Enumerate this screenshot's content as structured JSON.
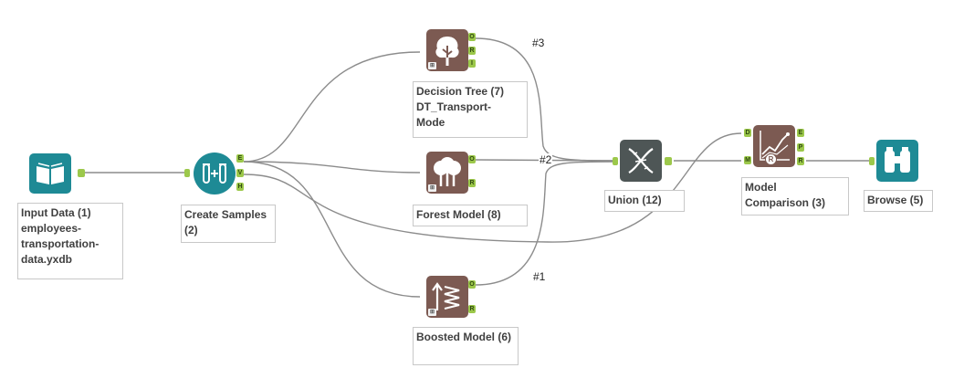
{
  "tools": {
    "input_data": {
      "title": "Input Data (1)",
      "detail": "employees-transportation-data.yxdb"
    },
    "create_samples": {
      "title": "Create Samples (2)",
      "anchors": [
        "E",
        "V",
        "H"
      ]
    },
    "decision_tree": {
      "title": "Decision Tree (7)",
      "detail": "DT_Transport-Mode",
      "anchors": [
        "O",
        "R",
        "I"
      ]
    },
    "forest_model": {
      "title": "Forest Model (8)",
      "anchors": [
        "O",
        "R"
      ]
    },
    "boosted_model": {
      "title": "Boosted Model (6)",
      "anchors": [
        "O",
        "R"
      ]
    },
    "union": {
      "title": "Union (12)"
    },
    "model_comparison": {
      "title": "Model Comparison (3)",
      "input_anchors": [
        "D",
        "M"
      ],
      "anchors": [
        "E",
        "P",
        "R"
      ],
      "r_badge": "R"
    },
    "browse": {
      "title": "Browse (5)"
    }
  },
  "connection_labels": {
    "decision_tree": "#3",
    "forest_model": "#2",
    "boosted_model": "#1"
  },
  "colors": {
    "teal": "#1e8a95",
    "brown": "#7c5a52",
    "dark_grey": "#4e5656",
    "anchor_green": "#9cc84b",
    "wire": "#8c8c8c"
  },
  "icons": {
    "input_data": "open-book-icon",
    "create_samples": "test-tubes-icon",
    "decision_tree": "tree-icon",
    "forest_model": "forest-icon",
    "boosted_model": "spring-arrow-icon",
    "union": "dna-icon",
    "model_comparison": "line-chart-icon",
    "browse": "binoculars-icon"
  }
}
